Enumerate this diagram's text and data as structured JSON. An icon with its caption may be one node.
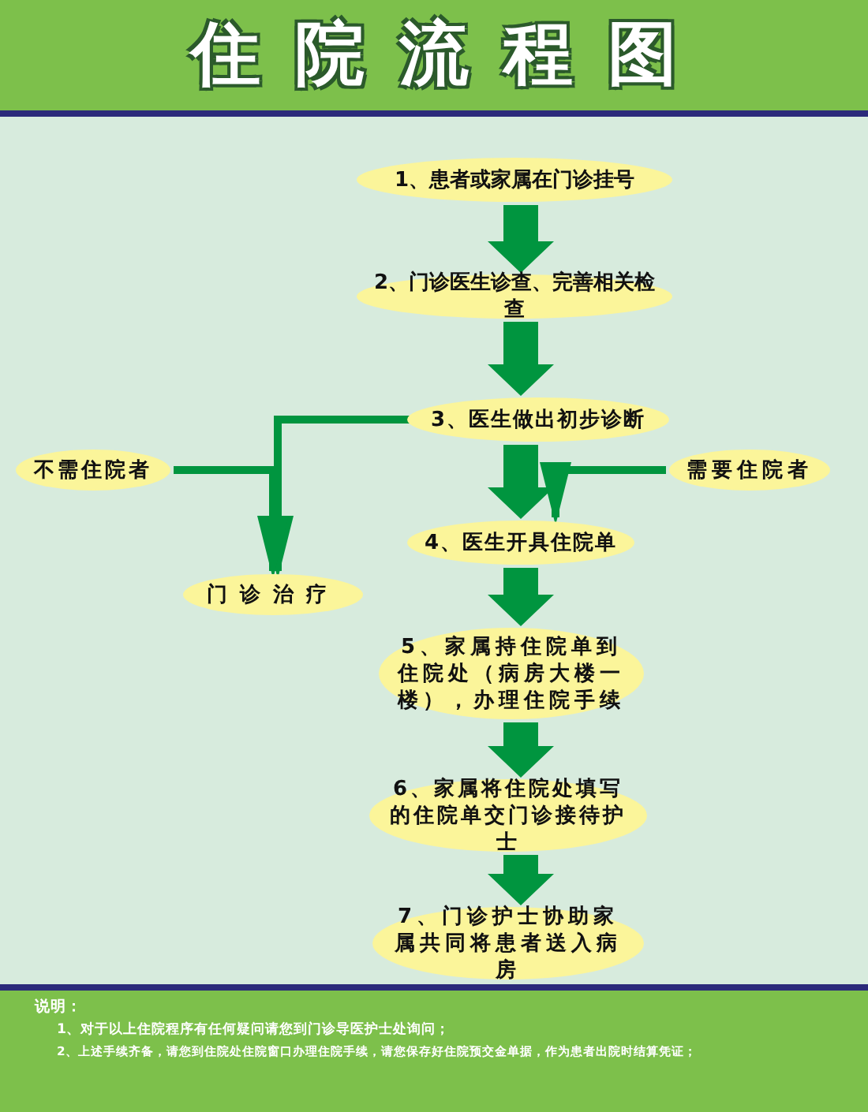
{
  "diagram": {
    "title": "住院流程图",
    "nodes": [
      {
        "text": [
          "1、患者或家属在门诊挂号"
        ]
      },
      {
        "text": [
          "2、门诊医生诊查、完善相关检查"
        ]
      },
      {
        "text": [
          "3、医生做出初步诊断"
        ]
      },
      {
        "text": [
          "不需住院者"
        ]
      },
      {
        "text": [
          "门诊治疗"
        ]
      },
      {
        "text": [
          "需要住院者"
        ]
      },
      {
        "text": [
          "4、医生开具住院单"
        ]
      },
      {
        "text": [
          "5、家属持住院单到住院处（病房大楼一楼），办理住院手续"
        ]
      },
      {
        "text": [
          "6、家属将住院处填写的住院单交门诊接待护士"
        ]
      },
      {
        "text": [
          "7、门诊护士协助家属共同将患者送入病房"
        ]
      }
    ],
    "edges": [
      {
        "from": 0,
        "to": 1,
        "arrow": "to"
      },
      {
        "from": 1,
        "to": 2,
        "arrow": "to"
      },
      {
        "from": 2,
        "to": 4,
        "arrow": "to"
      },
      {
        "from": 3,
        "to": 4,
        "arrow": "to"
      },
      {
        "from": 2,
        "to": 6,
        "arrow": "to"
      },
      {
        "from": 5,
        "to": 6,
        "arrow": "to"
      },
      {
        "from": 6,
        "to": 7,
        "arrow": "to"
      },
      {
        "from": 7,
        "to": 8,
        "arrow": "to"
      },
      {
        "from": 8,
        "to": 9,
        "arrow": "to"
      }
    ],
    "labels": [
      "说明：",
      "1、对于以上住院程序有任何疑问请您到门诊导医护士处询问；",
      "2、上述手续齐备，请您到住院处住院窗口办理住院手续，请您保存好住院预交金单据，作为患者出院时结算凭证；"
    ]
  }
}
